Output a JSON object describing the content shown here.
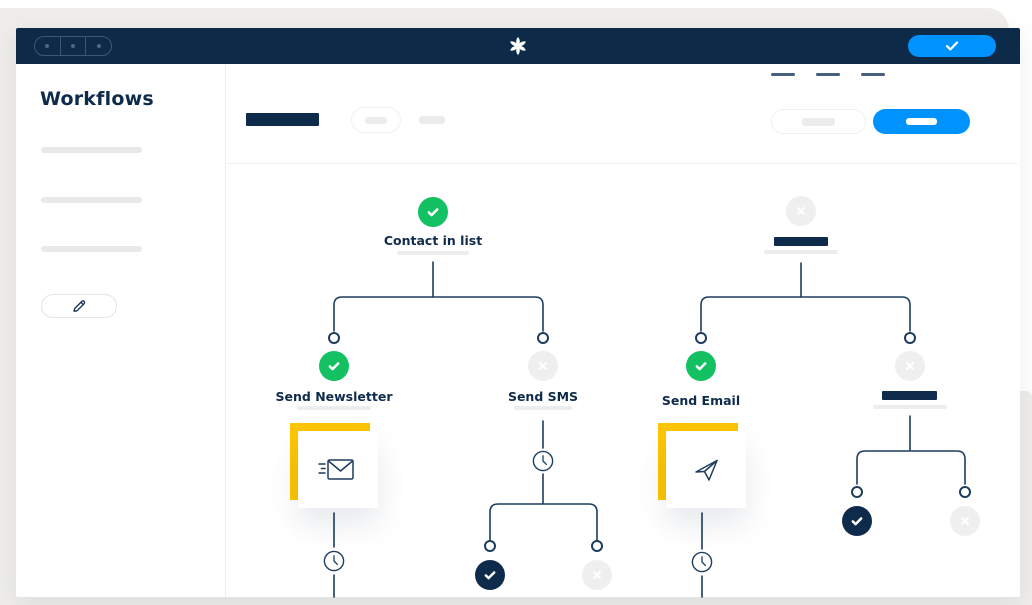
{
  "browser_window": {
    "titlebar": {
      "window_controls": {
        "icon": "window-buttons-icon",
        "dot_count": 3
      },
      "logo_icon": "sendinblue-pinwheel-logo-icon",
      "nav_placeholder_count": 3,
      "confirm_button": {
        "icon": "checkmark-icon",
        "color": "#0092ff"
      }
    },
    "sidebar": {
      "title": "Workflows",
      "list_placeholder_count": 3,
      "edit_button": {
        "icon": "pencil-icon"
      }
    },
    "content_header": {
      "title_placeholder": {
        "type": "solid-block"
      },
      "pill_placeholder_count": 2,
      "secondary_button_placeholder": {
        "type": "outline-pill"
      },
      "primary_button_placeholder": {
        "type": "filled-pill",
        "color": "#0092ff"
      }
    }
  },
  "workflow_diagram": {
    "root_left": {
      "label": "Contact in list",
      "status": "success",
      "icon": "check-circle-icon"
    },
    "branch_newsletter": {
      "label": "Send Newsletter",
      "status": "success",
      "card_icon": "newsletter-envelope-icon",
      "step_icon": "clock-icon"
    },
    "branch_sms": {
      "label": "Send SMS",
      "status": "inactive",
      "step_icon": "clock-icon",
      "outcomes": [
        {
          "status": "success-dark",
          "icon": "checkmark-icon"
        },
        {
          "status": "inactive",
          "icon": "x-icon"
        }
      ]
    },
    "root_right": {
      "label": "",
      "status": "inactive",
      "placeholder": true,
      "icon": "x-circle-icon"
    },
    "branch_email": {
      "label": "Send Email",
      "status": "success",
      "card_icon": "paper-plane-icon",
      "step_icon": "clock-icon"
    },
    "branch_placeholder": {
      "label": "",
      "status": "inactive",
      "placeholder": true,
      "outcomes": [
        {
          "status": "success-dark",
          "icon": "checkmark-icon"
        },
        {
          "status": "inactive",
          "icon": "x-icon"
        }
      ]
    }
  },
  "colors": {
    "navy": "#0f2b4c",
    "line_navy": "#1d3c5e",
    "titlebar_navy": "#0d2b49",
    "brand_blue": "#0092ff",
    "success_green": "#13c062",
    "accent_yellow": "#fdc500",
    "inactive_gray": "#f0efef",
    "placeholder_gray": "#e9e9e9",
    "backdrop_gray": "#eeedea"
  }
}
